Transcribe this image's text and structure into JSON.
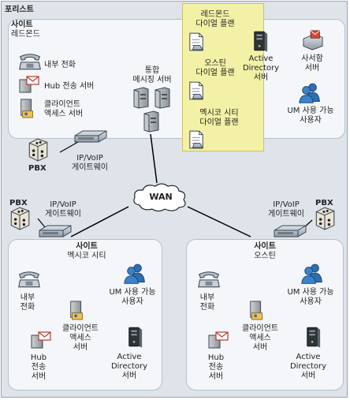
{
  "forest_title": "포리스트",
  "redmond": {
    "site": "사이트",
    "name": "레드몬드",
    "internal_phone": "내부 전화",
    "hub": "Hub 전송 서버",
    "client_access": "클라이언트\n액세스 서버",
    "um_server": "통합\n메시징 서버",
    "dial_redmond": "레드몬드\n다이얼 플랜",
    "dial_austin": "오스틴\n다이얼 플랜",
    "dial_mexico": "멕시코 시티\n다이얼 플랜",
    "ad": "Active\nDirectory\n서버",
    "mailbox": "사서함\n서버",
    "um_users": "UM 사용 가능\n사용자",
    "pbx": "PBX",
    "gateway": "IP/VoIP\n게이트웨이"
  },
  "wan": "WAN",
  "mexico": {
    "pbx": "PBX",
    "gateway": "IP/VoIP\n게이트웨이",
    "site": "사이트",
    "name": "멕시코 시티",
    "internal_phone": "내부\n전화",
    "um_users": "UM 사용 가능\n사용자",
    "client_access": "클라이언트\n액세스\n서버",
    "hub": "Hub\n전송\n서버",
    "ad": "Active\nDirectory\n서버"
  },
  "austin": {
    "pbx": "PBX",
    "gateway": "IP/VoIP\n게이트웨이",
    "site": "사이트",
    "name": "오스틴",
    "internal_phone": "내부\n전화",
    "um_users": "UM 사용 가능\n사용자",
    "client_access": "클라이언트\n액세스\n서버",
    "hub": "Hub\n전송\n서버",
    "ad": "Active\nDirectory\n서버"
  }
}
